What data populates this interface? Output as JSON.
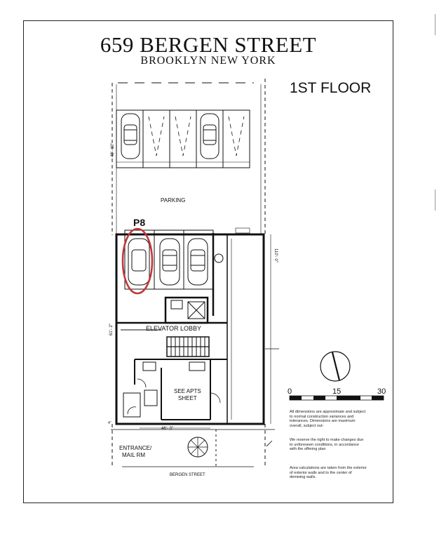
{
  "header": {
    "address": "659 BERGEN STREET",
    "city": "BROOKLYN  NEW YORK",
    "floor": "1ST FLOOR"
  },
  "plan": {
    "parking": "PARKING",
    "highlight_label": "P8",
    "highlight_color": "#c0393b",
    "elevator_lobby": "ELEVATOR LOBBY",
    "apts_line1": "SEE APTS",
    "apts_line2": "SHEET",
    "entrance_line1": "ENTRANCE/",
    "entrance_line2": "MAIL RM",
    "street": "BERGEN STREET",
    "dim_width": "46'- 3\"",
    "dim_right": "110'- 0\"",
    "dim_left_upper": "48'- 10\"",
    "dim_left_lower": "61'- 2\"",
    "dim_edge": "4\""
  },
  "scale": {
    "ticks": [
      "0",
      "15",
      "30"
    ]
  },
  "notes": [
    "All dimensions are approximate and subject to normal construction variances and tolerances. Dimensions are maximum overall, subject out-",
    "We reserve the right to make changes due to unforeseen conditions, in accordance with the offering plan",
    "Area calculations are taken from the exterior of exterior walls and to the center of demising walls."
  ]
}
